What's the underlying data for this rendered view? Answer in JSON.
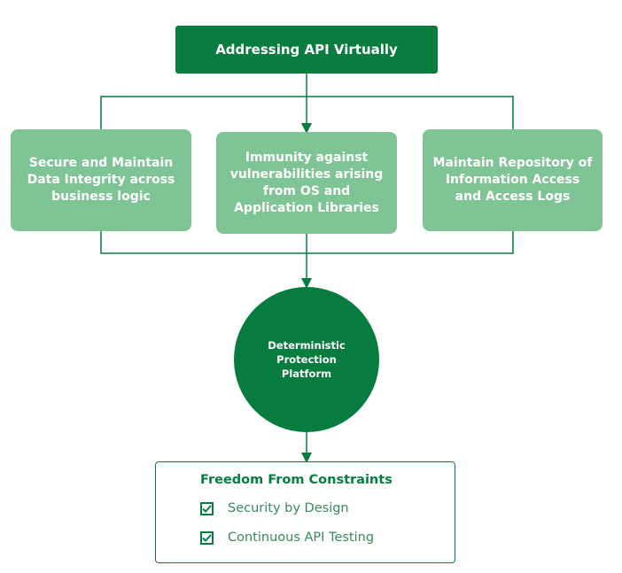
{
  "diagram": {
    "top_node": {
      "label": "Addressing API Virtually"
    },
    "middle_nodes": [
      {
        "label": "Secure and Maintain Data Integrity across business logic"
      },
      {
        "label": "Immunity against vulnerabilities arising from OS and Application Libraries"
      },
      {
        "label": "Maintain Repository of Information Access and Access Logs"
      }
    ],
    "center_node": {
      "label": "Deterministic Protection Platform"
    },
    "bottom_node": {
      "title": "Freedom From Constraints",
      "items": [
        {
          "label": "Security by Design",
          "checked": true,
          "icon": "checkbox-checked-icon"
        },
        {
          "label": "Continuous API Testing",
          "checked": true,
          "icon": "checkbox-checked-icon"
        }
      ]
    },
    "colors": {
      "dark_green": "#067d3e",
      "light_green": "#7fc495",
      "text_green": "#3a8a5a"
    }
  }
}
